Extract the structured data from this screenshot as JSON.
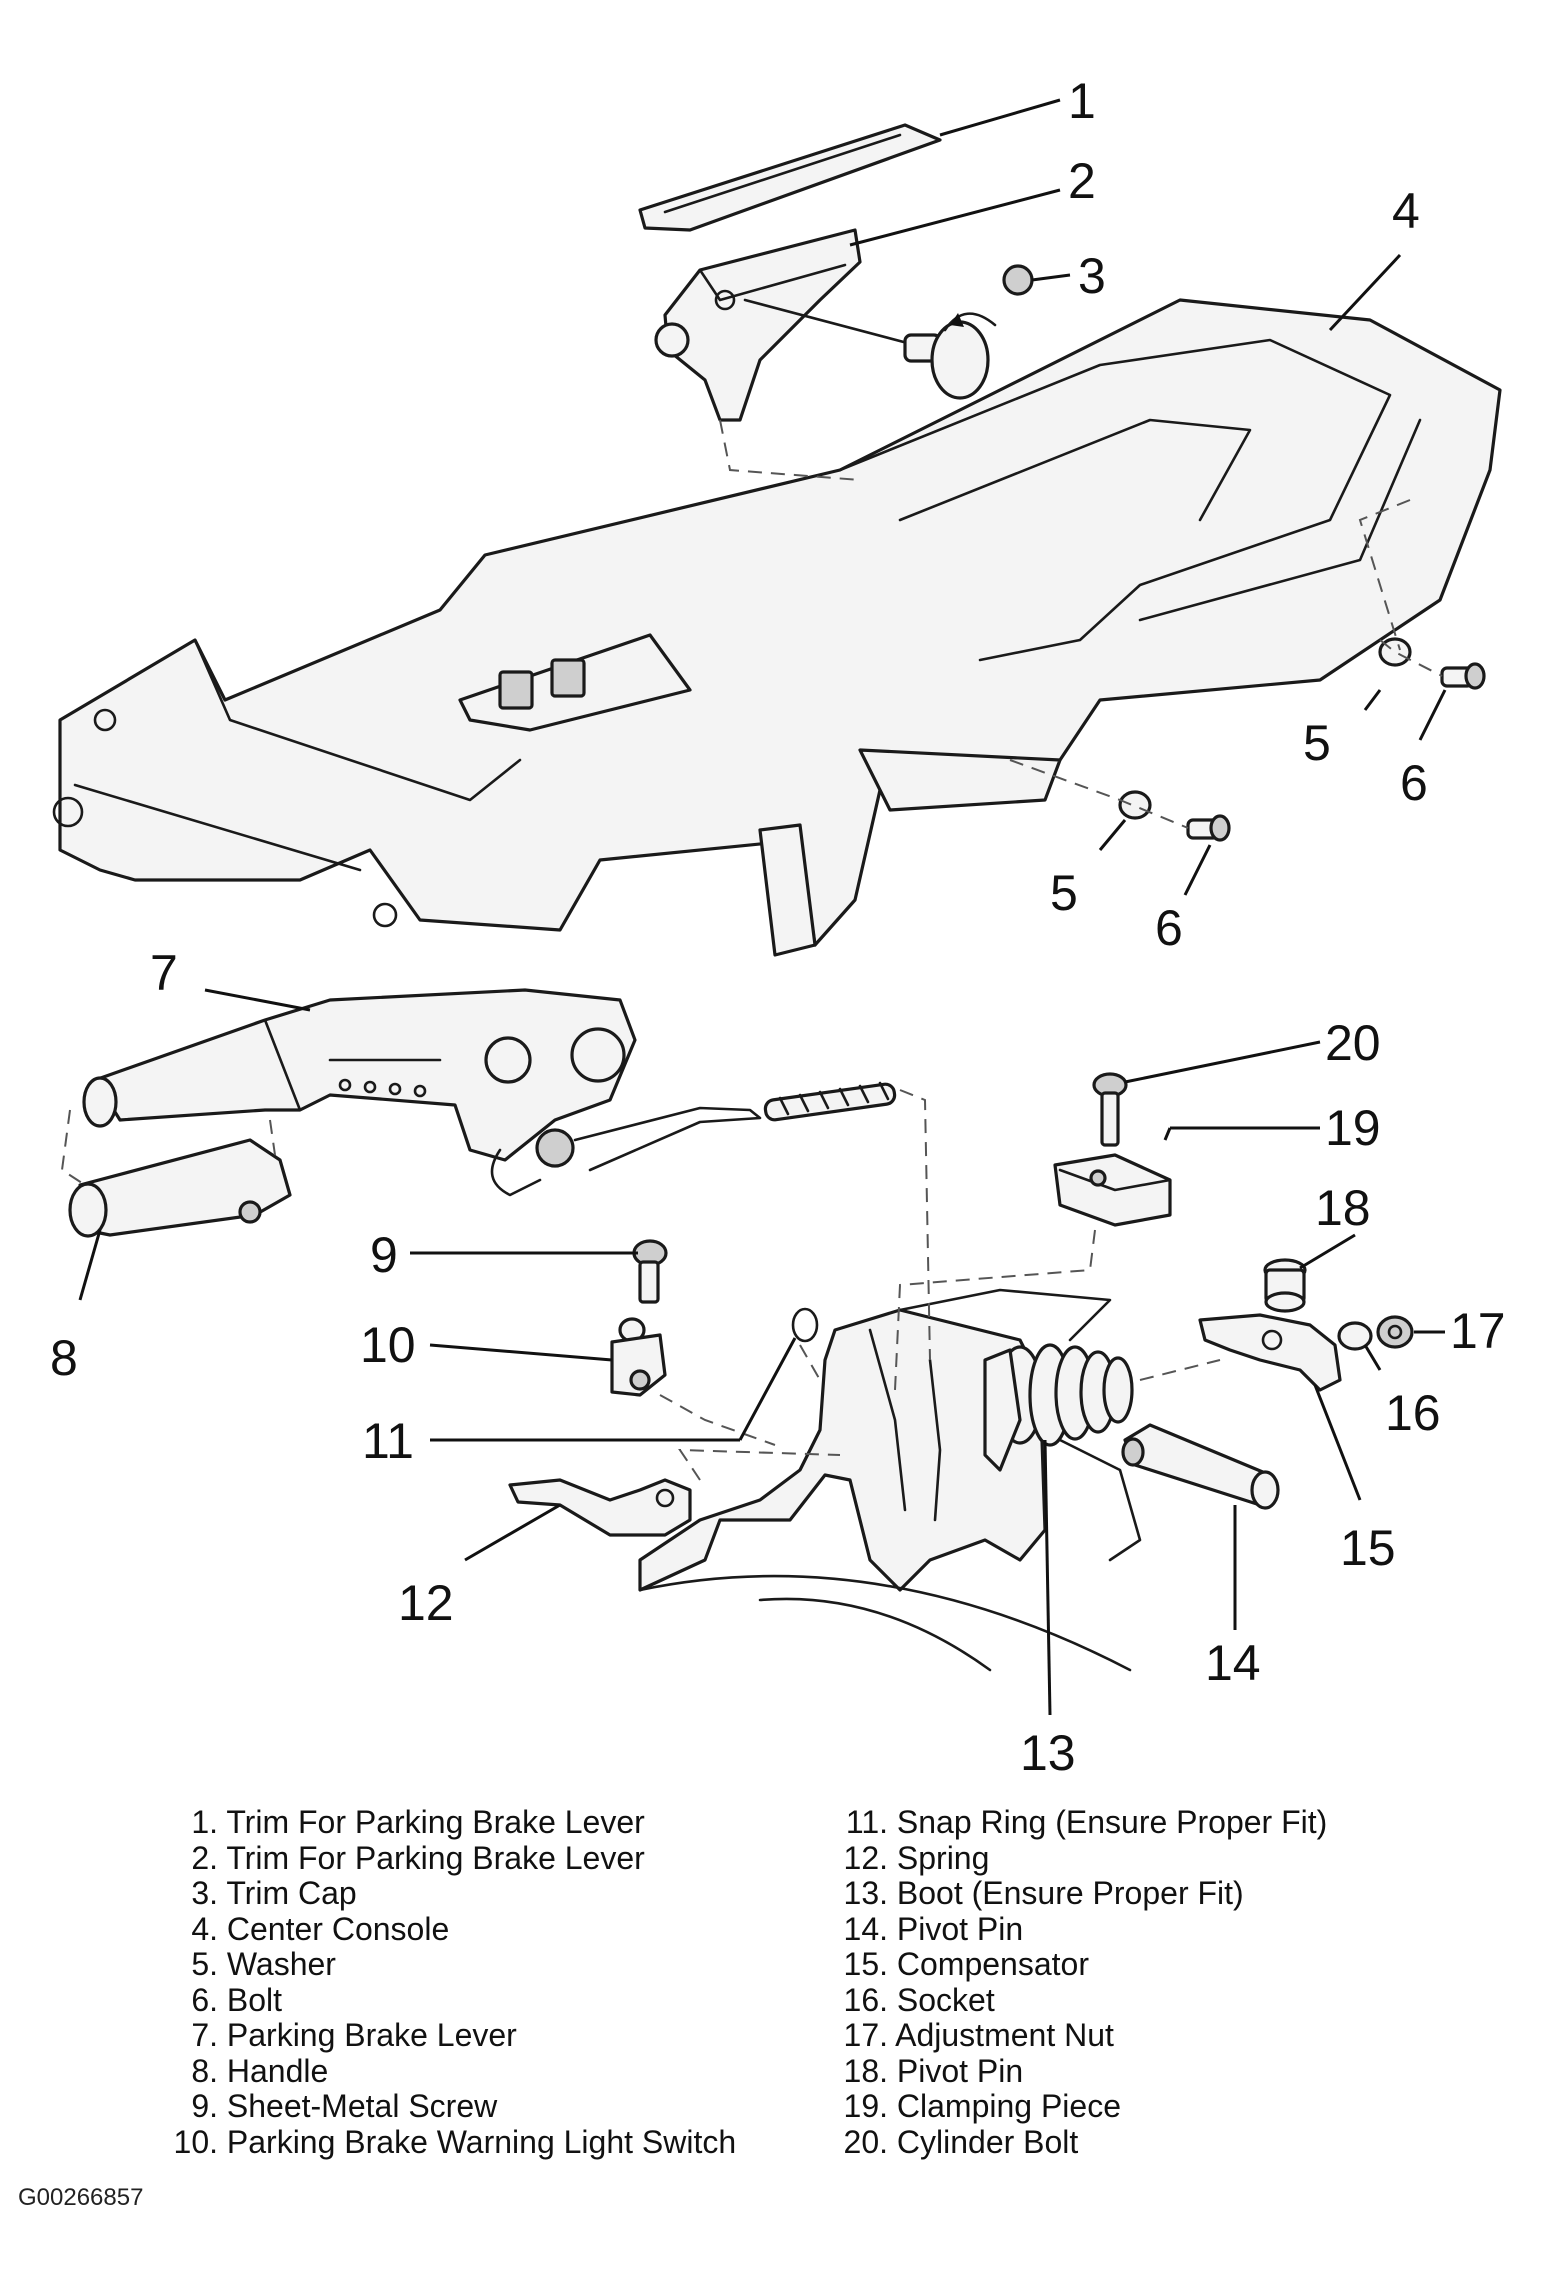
{
  "callouts": [
    "1",
    "2",
    "3",
    "4",
    "5",
    "6",
    "5",
    "6",
    "7",
    "20",
    "19",
    "18",
    "17",
    "16",
    "15",
    "14",
    "13",
    "12",
    "11",
    "10",
    "9",
    "8"
  ],
  "legend": {
    "left": [
      {
        "num": "1.",
        "label": "Trim For Parking Brake Lever"
      },
      {
        "num": "2.",
        "label": "Trim For Parking Brake Lever"
      },
      {
        "num": "3.",
        "label": "Trim Cap"
      },
      {
        "num": "4.",
        "label": "Center Console"
      },
      {
        "num": "5.",
        "label": "Washer"
      },
      {
        "num": "6.",
        "label": "Bolt"
      },
      {
        "num": "7.",
        "label": "Parking Brake Lever"
      },
      {
        "num": "8.",
        "label": "Handle"
      },
      {
        "num": "9.",
        "label": "Sheet-Metal Screw"
      },
      {
        "num": "10.",
        "label": "Parking Brake Warning Light Switch"
      }
    ],
    "right": [
      {
        "num": "11.",
        "label": "Snap Ring (Ensure Proper Fit)"
      },
      {
        "num": "12.",
        "label": "Spring"
      },
      {
        "num": "13.",
        "label": "Boot (Ensure Proper Fit)"
      },
      {
        "num": "14.",
        "label": "Pivot Pin"
      },
      {
        "num": "15.",
        "label": "Compensator"
      },
      {
        "num": "16.",
        "label": "Socket"
      },
      {
        "num": "17.",
        "label": "Adjustment Nut"
      },
      {
        "num": "18.",
        "label": "Pivot Pin"
      },
      {
        "num": "19.",
        "label": "Clamping Piece"
      },
      {
        "num": "20.",
        "label": "Cylinder Bolt"
      }
    ]
  },
  "figure_code": "G00266857"
}
